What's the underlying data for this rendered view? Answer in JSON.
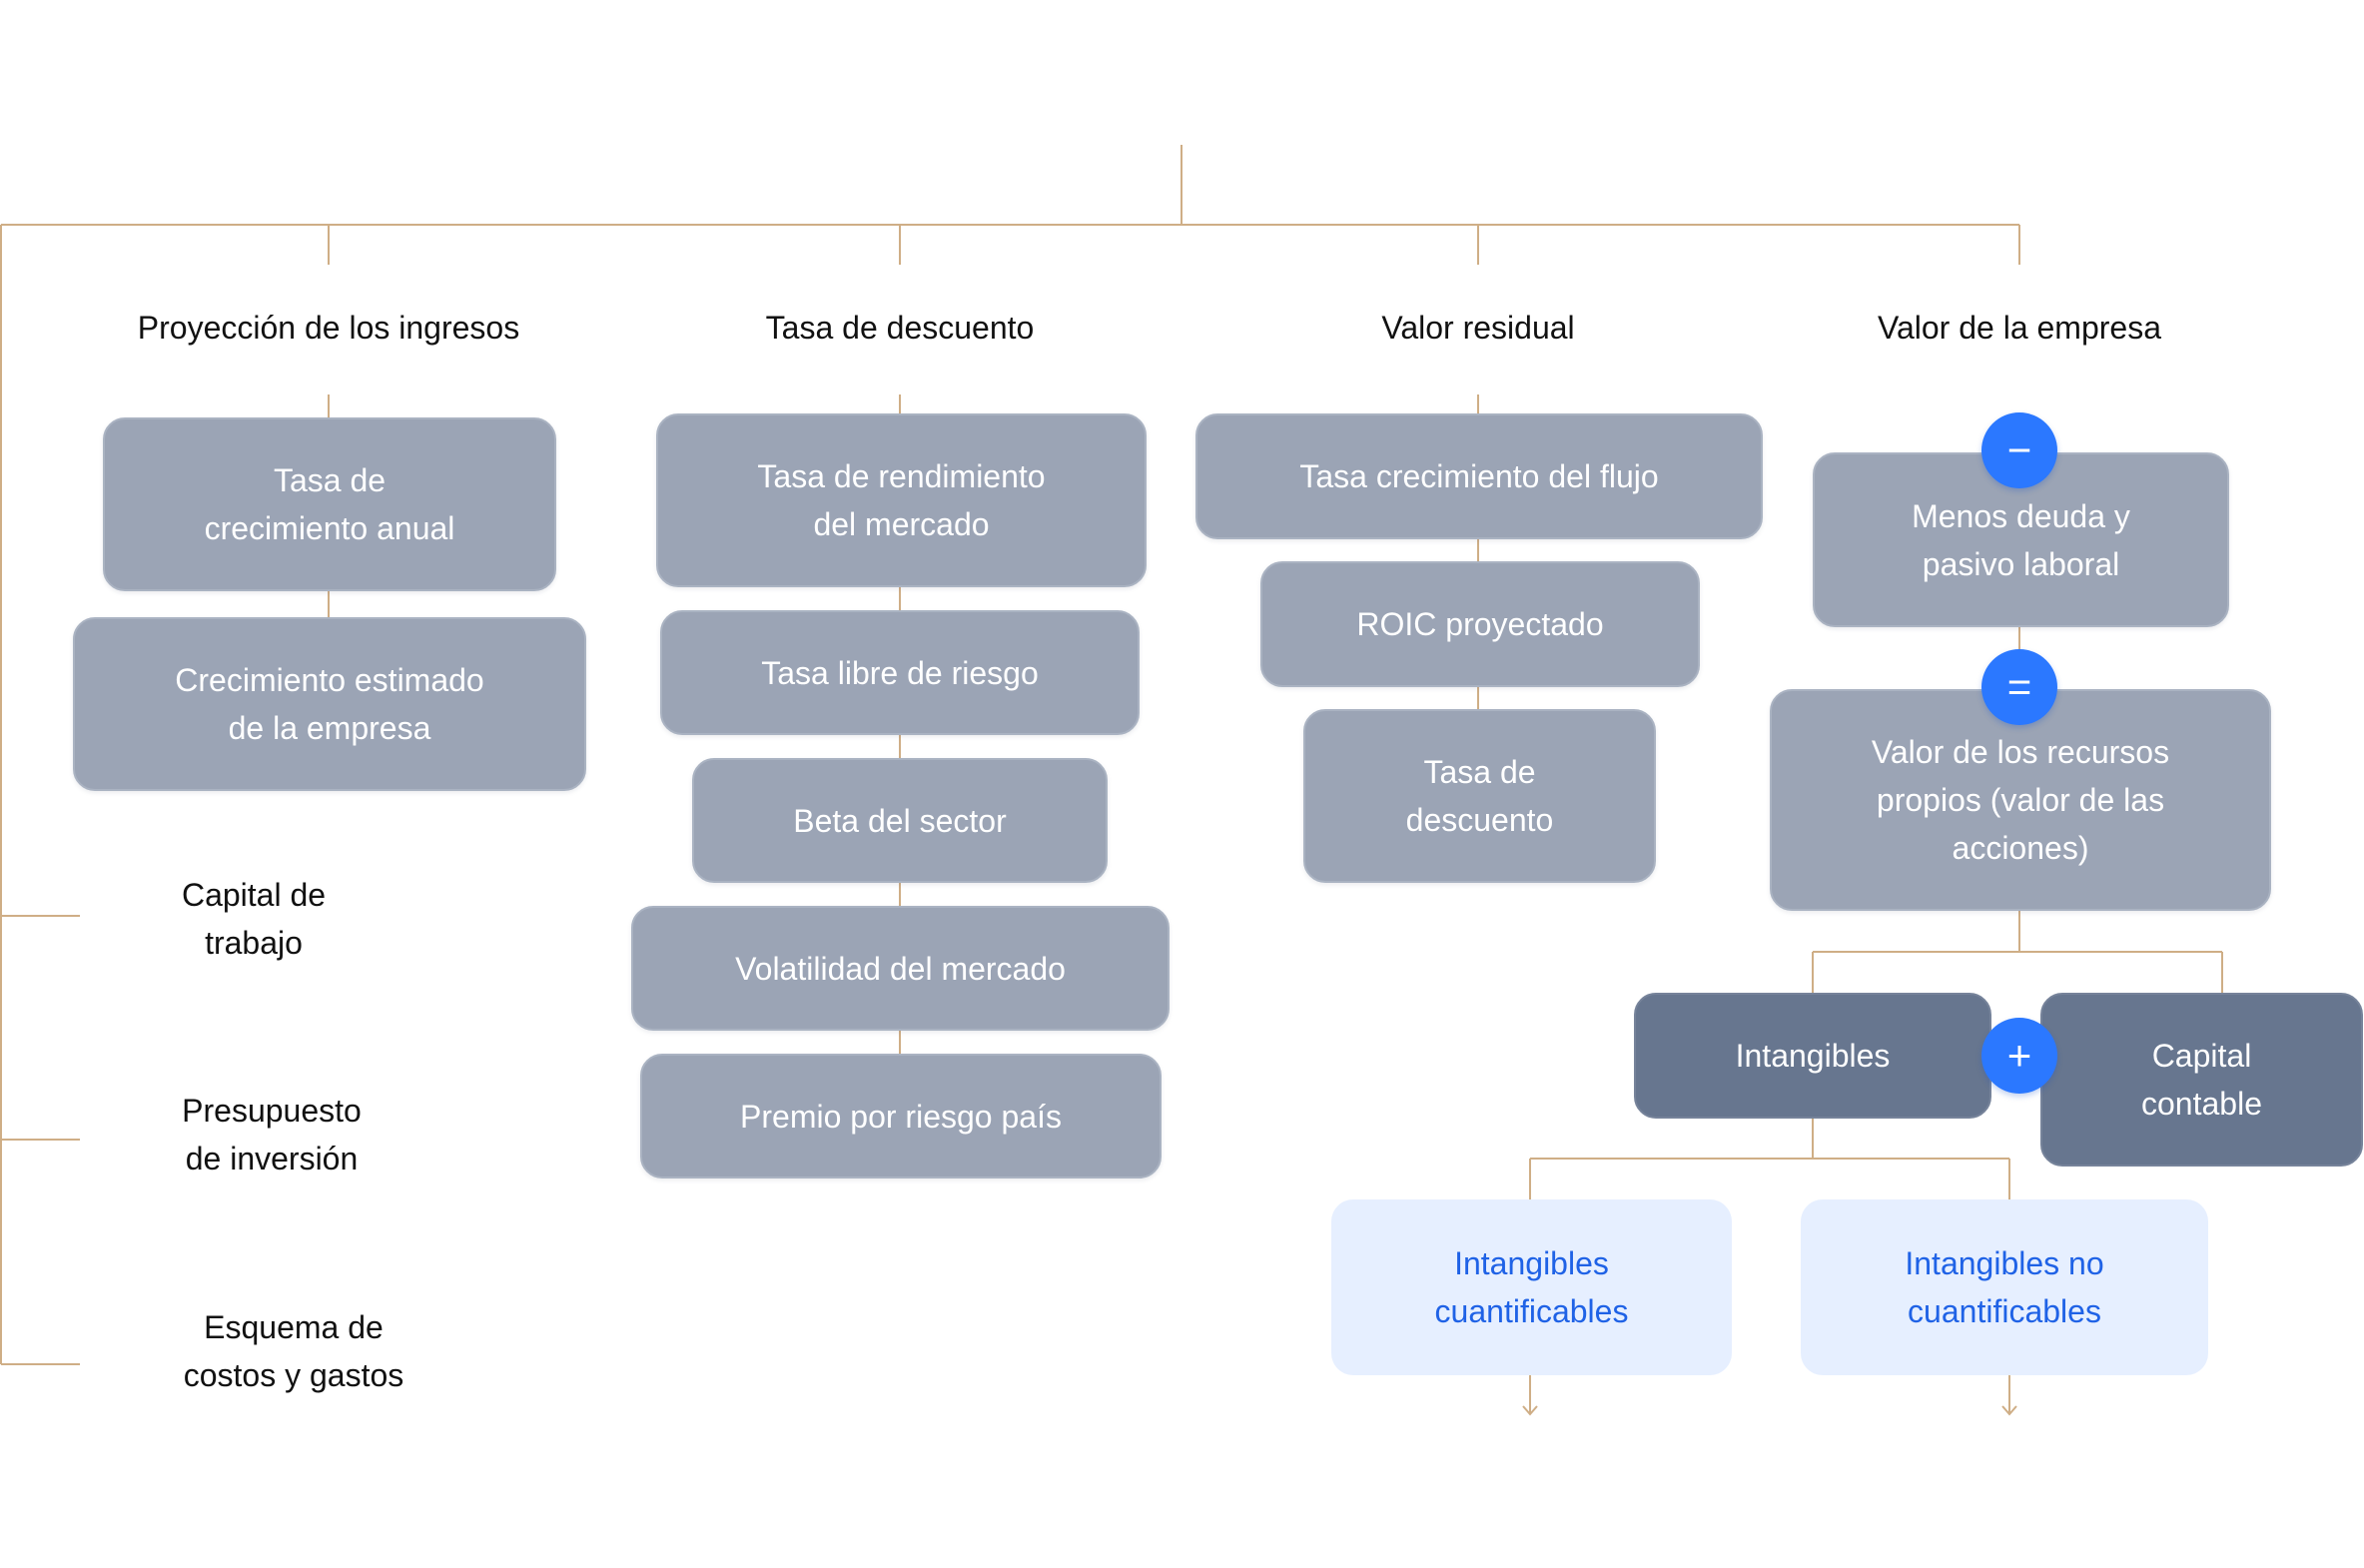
{
  "columns": {
    "proyeccion": {
      "heading": "Proyección de los ingresos",
      "boxes": [
        "Tasa de\ncrecimiento anual",
        "Crecimiento estimado\nde la empresa"
      ]
    },
    "descuento": {
      "heading": "Tasa de descuento",
      "boxes": [
        "Tasa de rendimiento\ndel mercado",
        "Tasa libre de riesgo",
        "Beta del sector",
        "Volatilidad del mercado",
        "Premio por riesgo país"
      ]
    },
    "residual": {
      "heading": "Valor residual",
      "boxes": [
        "Tasa crecimiento del flujo",
        "ROIC proyectado",
        "Tasa de\ndescuento"
      ]
    },
    "empresa": {
      "heading": "Valor de la empresa",
      "boxes": [
        "Menos deuda y\npasivo laboral",
        "Valor de los recursos\npropios (valor de las\nacciones)"
      ],
      "split": [
        "Intangibles",
        "Capital\ncontable"
      ],
      "leaves": [
        "Intangibles\ncuantificables",
        "Intangibles no\ncuantificables"
      ],
      "operators": [
        "−",
        "=",
        "+"
      ]
    }
  },
  "side_labels": [
    "Capital de\ntrabajo",
    "Presupuesto\nde inversión",
    "Esquema de\ncostos y gastos"
  ],
  "colors": {
    "connector": "#cfae86",
    "box": "#9ba4b5",
    "box_dark": "#67768f",
    "leaf_bg": "#e6efff",
    "leaf_text": "#1f62e6",
    "operator": "#2b78ff"
  }
}
